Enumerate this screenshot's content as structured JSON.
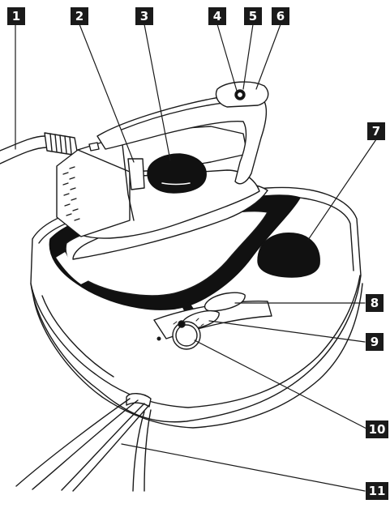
{
  "callouts": {
    "c1": "1",
    "c2": "2",
    "c3": "3",
    "c4": "4",
    "c5": "5",
    "c6": "6",
    "c7": "7",
    "c8": "8",
    "c9": "9",
    "c10": "10",
    "c11": "11"
  },
  "colors": {
    "ink": "#1a1a1a",
    "fill_dark": "#111111",
    "paper": "#ffffff"
  },
  "icons": [
    "iron-illustration",
    "steam-base-illustration",
    "water-cap",
    "control-dial",
    "power-cord"
  ]
}
